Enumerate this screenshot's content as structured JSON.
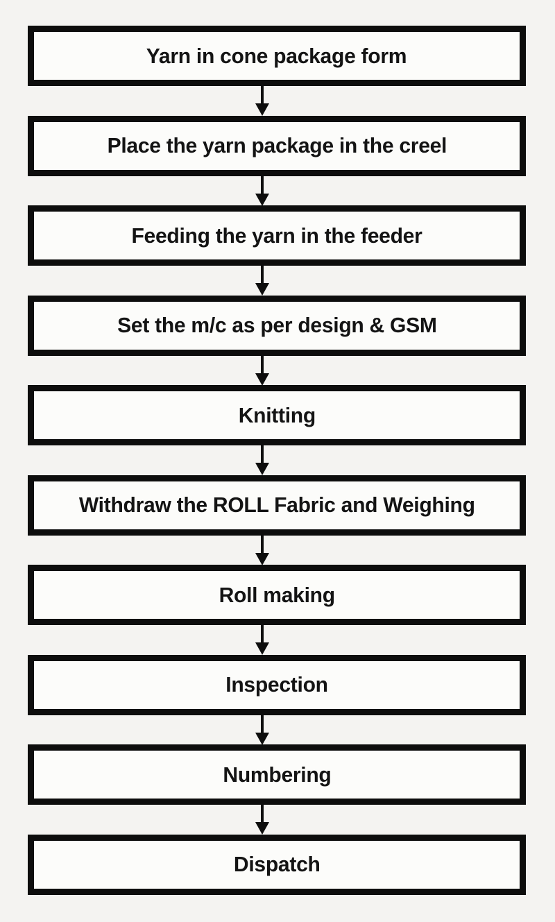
{
  "diagram": {
    "type": "flowchart",
    "direction": "top-down",
    "connector": "arrow-down",
    "steps": [
      "Yarn in cone package form",
      "Place the yarn package in the creel",
      "Feeding the yarn in the feeder",
      "Set the m/c as per design & GSM",
      "Knitting",
      "Withdraw the ROLL Fabric and Weighing",
      "Roll making",
      "Inspection",
      "Numbering",
      "Dispatch"
    ],
    "colors": {
      "page_bg": "#f4f3f1",
      "box_bg": "#fcfcfa",
      "border": "#0d0d0d",
      "text": "#141414",
      "arrow": "#0d0d0d"
    }
  }
}
